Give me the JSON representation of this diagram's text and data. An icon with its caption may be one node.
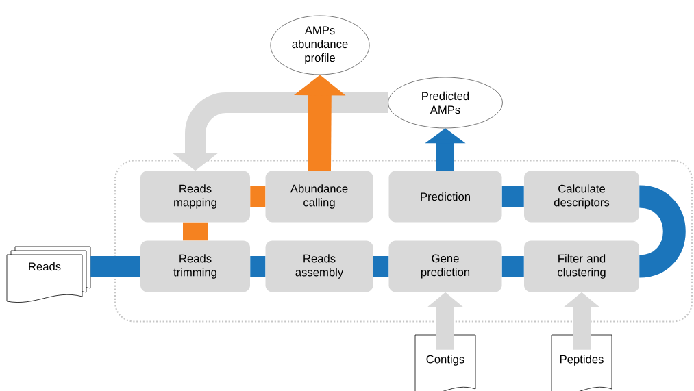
{
  "diagram": {
    "nodes": [
      {
        "text": [],
        "shape": "box"
      },
      {
        "text": [
          "Reads"
        ]
      },
      {
        "text": [
          "Reads trimming"
        ],
        "in": 0
      },
      {
        "text": [
          "Reads assembly"
        ],
        "in": 0
      },
      {
        "text": [
          "Gene prediction"
        ],
        "in": 0
      },
      {
        "text": [
          "Filter and clustering"
        ],
        "in": 0
      },
      {
        "text": [
          "Calculate descriptors"
        ],
        "in": 0
      },
      {
        "text": [
          "Prediction"
        ],
        "in": 0
      },
      {
        "text": [
          "Reads mapping"
        ],
        "in": 0
      },
      {
        "text": [
          "Abundance calling"
        ],
        "in": 0
      },
      {
        "text": [
          "Predicted AMPs"
        ]
      },
      {
        "text": [
          "AMPs abundance profile"
        ]
      },
      {
        "text": [
          "Contigs"
        ]
      },
      {
        "text": [
          "Peptides"
        ]
      }
    ],
    "edges": [
      {
        "from": 1,
        "to": 2,
        "arrow": "none"
      },
      {
        "from": 2,
        "to": 3,
        "arrow": "none"
      },
      {
        "from": 3,
        "to": 4,
        "arrow": "none"
      },
      {
        "from": 4,
        "to": 5,
        "arrow": "none"
      },
      {
        "from": 5,
        "to": 6,
        "arrow": "none"
      },
      {
        "from": 6,
        "to": 7,
        "arrow": "none"
      },
      {
        "from": 7,
        "to": 10,
        "arrow": "to"
      },
      {
        "from": 10,
        "to": 8,
        "arrow": "to",
        "color": "#d9d9d9"
      },
      {
        "from": 2,
        "to": 8,
        "arrow": "none",
        "color": "#f58220"
      },
      {
        "from": 8,
        "to": 9,
        "arrow": "none",
        "color": "#f58220"
      },
      {
        "from": 9,
        "to": 11,
        "arrow": "to",
        "color": "#f58220"
      },
      {
        "from": 12,
        "to": 4,
        "arrow": "to",
        "color": "#d9d9d9"
      },
      {
        "from": 13,
        "to": 5,
        "arrow": "to",
        "color": "#d9d9d9"
      }
    ]
  }
}
